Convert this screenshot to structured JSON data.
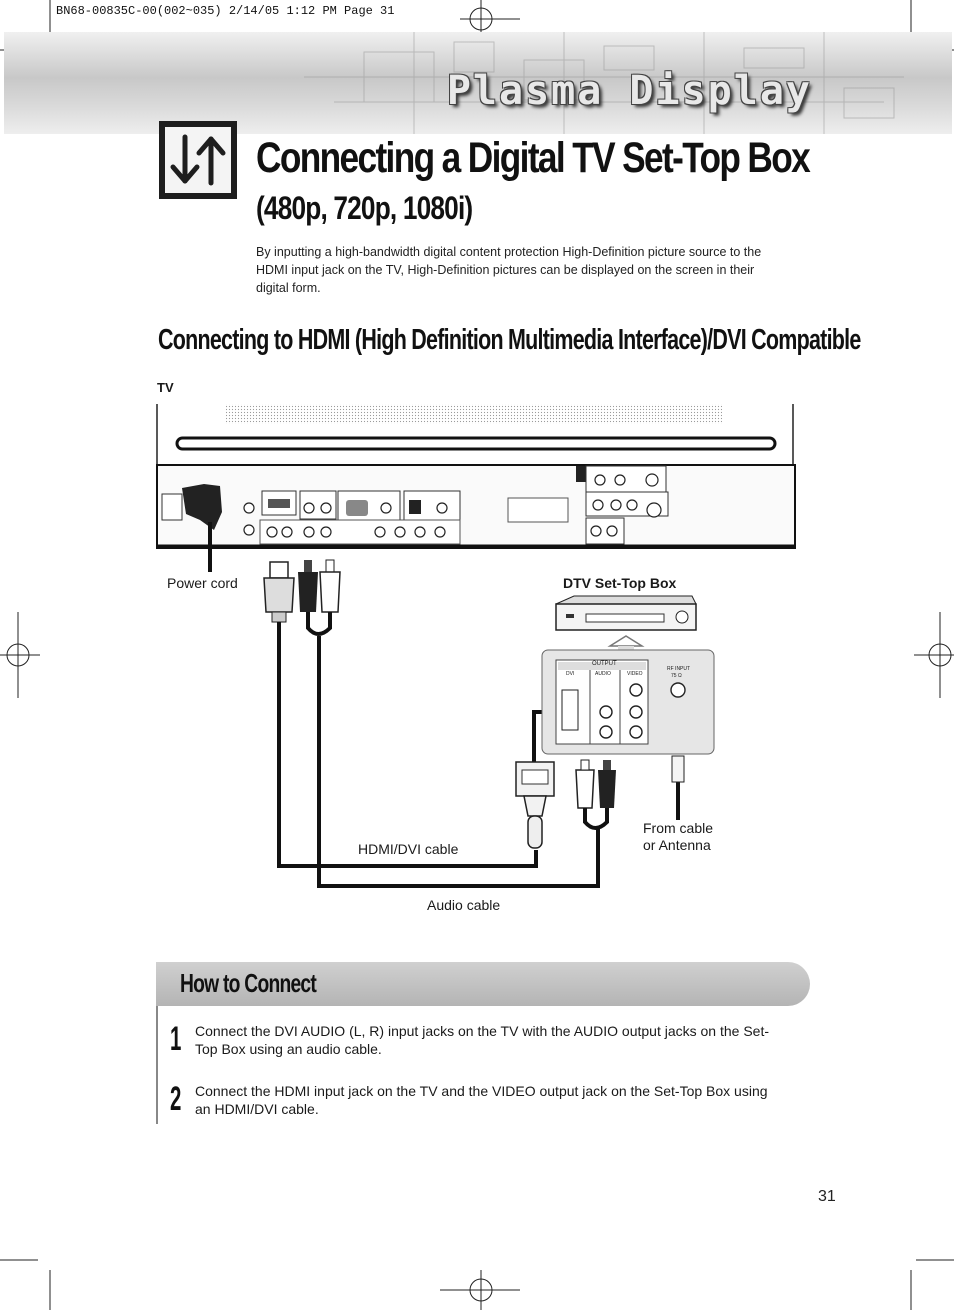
{
  "print_header": "BN68-00835C-00(002~035)   2/14/05   1:12 PM   Page 31",
  "banner_title": "Plasma Display",
  "title": "Connecting a Digital TV Set-Top Box",
  "subtitle": "(480p, 720p, 1080i)",
  "intro": "By inputting a high-bandwidth digital content protection High-Definition picture source to the HDMI input jack on the TV, High-Definition pictures can be displayed on the screen in their digital form.",
  "section_title": "Connecting to HDMI (High Definition Multimedia Interface)/DVI Compatible",
  "diagram": {
    "tv_label": "TV",
    "power_cord": "Power cord",
    "stb_label": "DTV Set-Top Box",
    "hdmi_cable": "HDMI/DVI cable",
    "audio_cable": "Audio cable",
    "antenna_line1": "From cable",
    "antenna_line2": "or Antenna",
    "stb_panel": {
      "output": "OUTPUT",
      "dvi": "DVI",
      "audio": "AUDIO",
      "video": "VIDEO",
      "rf_input": "RF INPUT",
      "rf_ohm": "75 Ω"
    }
  },
  "howto": {
    "title": "How to Connect",
    "steps": [
      {
        "num": "1",
        "text": "Connect the DVI AUDIO (L, R) input jacks on the TV with the AUDIO output jacks on the Set-Top Box using an audio cable."
      },
      {
        "num": "2",
        "text": "Connect the HDMI input jack on the TV and the VIDEO output jack on the Set-Top Box using an HDMI/DVI cable."
      }
    ]
  },
  "page_number": "31",
  "colors": {
    "banner_gray": "#c8c8c8",
    "bar_gray": "#b4b4b4",
    "ink": "#111111"
  }
}
